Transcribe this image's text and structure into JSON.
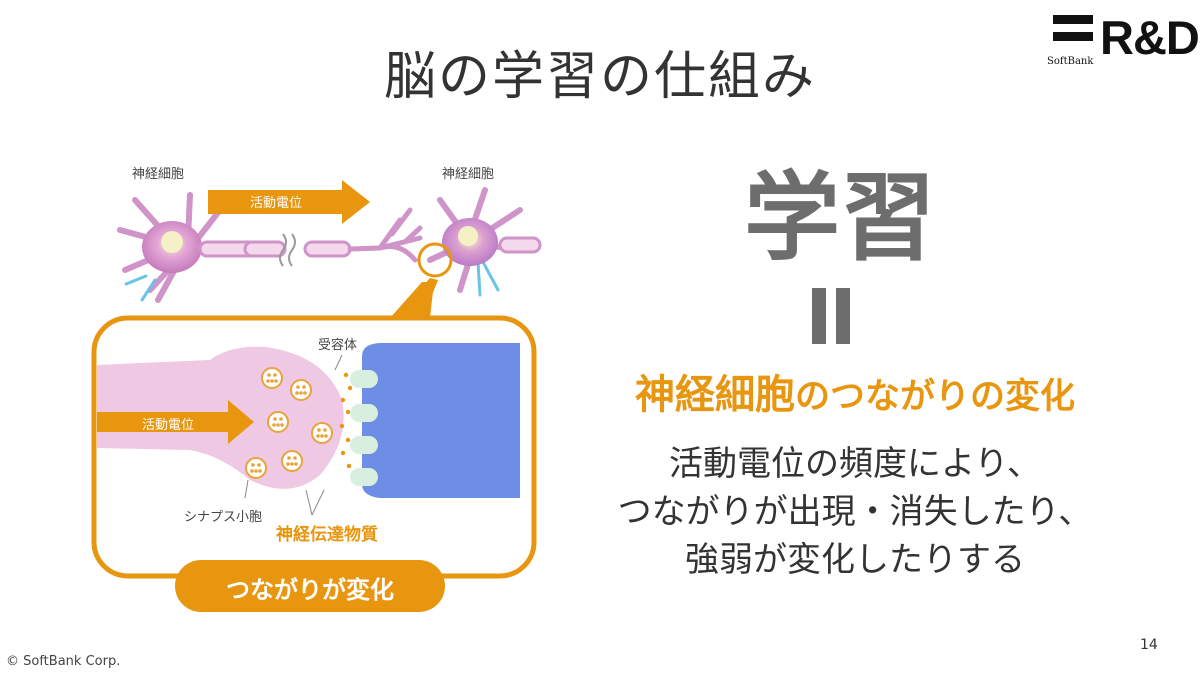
{
  "slide": {
    "title": "脳の学習の仕組み",
    "page_number": "14",
    "copyright": "© SoftBank Corp."
  },
  "logo": {
    "brand_small": "SoftBank",
    "brand_large": "R&D"
  },
  "diagram": {
    "neuron_label_left": "神経細胞",
    "neuron_label_right": "神経細胞",
    "arrow_top_label": "活動電位",
    "arrow_bottom_label": "活動電位",
    "receptor_label": "受容体",
    "vesicle_label": "シナプス小胞",
    "neurotransmitter_label": "神経伝達物質",
    "connection_change_label": "つながりが変化"
  },
  "right_panel": {
    "learning": "学習",
    "heading_main": "神経細胞",
    "heading_rest": "のつながりの変化",
    "description": [
      "活動電位の頻度により、",
      "つながりが出現・消失したり、",
      "強弱が変化したりする"
    ]
  },
  "colors": {
    "accent_orange": "#e8960f",
    "receiving_cell_blue": "#6e8ee6",
    "axon_pink": "#e7b8dc",
    "gray_text": "#6d6d6d"
  }
}
